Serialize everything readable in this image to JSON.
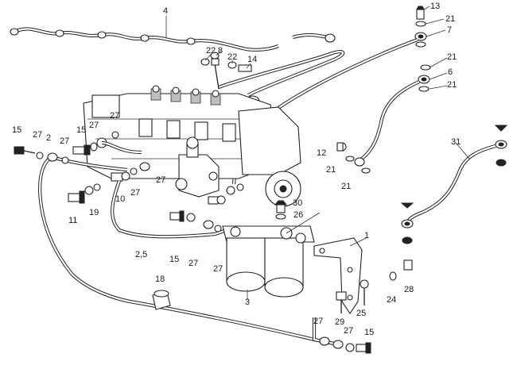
{
  "callouts": [
    {
      "id": "c4",
      "text": "4"
    },
    {
      "id": "c13",
      "text": "13"
    },
    {
      "id": "c21a",
      "text": "21"
    },
    {
      "id": "c7",
      "text": "7"
    },
    {
      "id": "c22a",
      "text": "22"
    },
    {
      "id": "c8",
      "text": "8"
    },
    {
      "id": "c22b",
      "text": "22"
    },
    {
      "id": "c14",
      "text": "14"
    },
    {
      "id": "c21b",
      "text": "21"
    },
    {
      "id": "c6",
      "text": "6"
    },
    {
      "id": "c21c",
      "text": "21"
    },
    {
      "id": "c15a",
      "text": "15"
    },
    {
      "id": "c27a",
      "text": "27"
    },
    {
      "id": "c2",
      "text": "2"
    },
    {
      "id": "c27b",
      "text": "27"
    },
    {
      "id": "c15b",
      "text": "15"
    },
    {
      "id": "c27c",
      "text": "27"
    },
    {
      "id": "c27d",
      "text": "27"
    },
    {
      "id": "c12",
      "text": "12"
    },
    {
      "id": "c21d",
      "text": "21"
    },
    {
      "id": "c21e",
      "text": "21"
    },
    {
      "id": "c31",
      "text": "31"
    },
    {
      "id": "c27e",
      "text": "27"
    },
    {
      "id": "c10",
      "text": "10"
    },
    {
      "id": "c27f",
      "text": "27"
    },
    {
      "id": "c11",
      "text": "11"
    },
    {
      "id": "c19",
      "text": "19"
    },
    {
      "id": "c30",
      "text": "30"
    },
    {
      "id": "c26",
      "text": "26"
    },
    {
      "id": "c1",
      "text": "1"
    },
    {
      "id": "c25b",
      "text": "2,5"
    },
    {
      "id": "c15c",
      "text": "15"
    },
    {
      "id": "c27g",
      "text": "27"
    },
    {
      "id": "c27h",
      "text": "27"
    },
    {
      "id": "c3",
      "text": "3"
    },
    {
      "id": "c24",
      "text": "24"
    },
    {
      "id": "c28",
      "text": "28"
    },
    {
      "id": "c18",
      "text": "18"
    },
    {
      "id": "c25",
      "text": "25"
    },
    {
      "id": "c29",
      "text": "29"
    },
    {
      "id": "c27i",
      "text": "27"
    },
    {
      "id": "c27j",
      "text": "27"
    },
    {
      "id": "c15d",
      "text": "15"
    }
  ]
}
